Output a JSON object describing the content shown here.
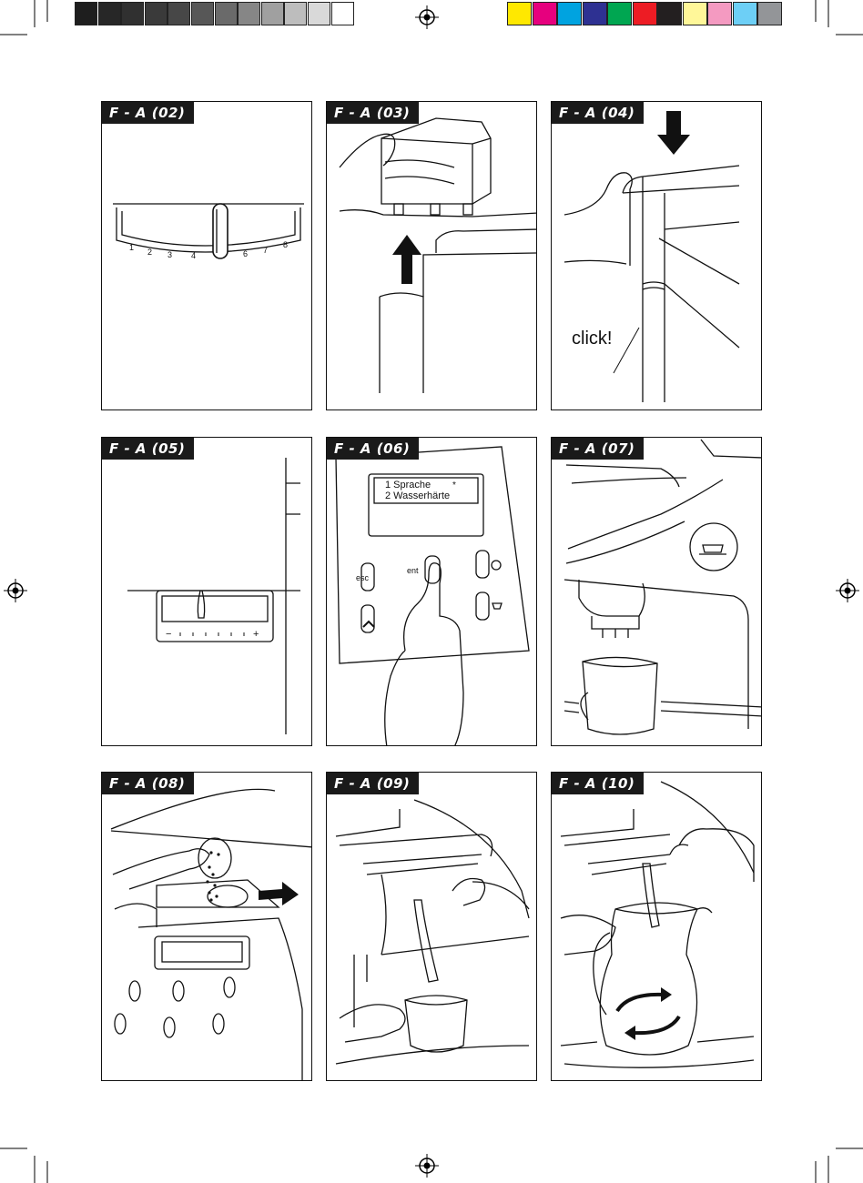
{
  "color_bar": {
    "gray_swatches": [
      "#1e1e1e",
      "#272727",
      "#303030",
      "#3a3a3a",
      "#474747",
      "#575757",
      "#6a6a6a",
      "#868686",
      "#a0a0a0",
      "#bdbdbd",
      "#d9d9d9",
      "#ffffff"
    ],
    "color_swatches": [
      "#ffe800",
      "#e6007e",
      "#00a3e0",
      "#2e3192",
      "#00a651",
      "#ed1c24",
      "#231f20",
      "#fff799",
      "#f49ac1",
      "#6dcff6",
      "#939598"
    ]
  },
  "panels": [
    {
      "label": "F - A (02)",
      "dial_numbers": [
        "1",
        "2",
        "3",
        "4",
        "6",
        "7",
        "8"
      ]
    },
    {
      "label": "F - A (03)"
    },
    {
      "label": "F - A (04)",
      "callout": "click!"
    },
    {
      "label": "F - A (05)",
      "scale_minus": "−",
      "scale_plus": "+"
    },
    {
      "label": "F - A (06)",
      "display_line1": "1 Sprache",
      "display_line2": "2 Wasserhärte",
      "display_marker": "*",
      "key_esc": "esc",
      "key_ent": "ent"
    },
    {
      "label": "F - A (07)"
    },
    {
      "label": "F - A (08)"
    },
    {
      "label": "F - A (09)"
    },
    {
      "label": "F - A (10)"
    }
  ]
}
